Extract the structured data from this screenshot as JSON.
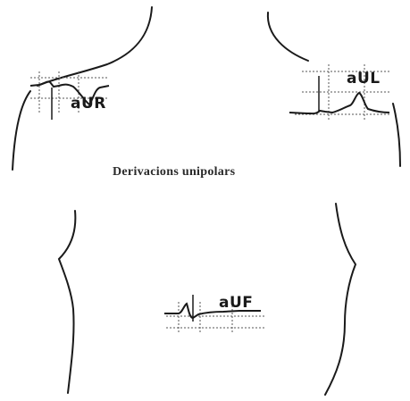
{
  "diagram": {
    "caption": "Derivacions unipolars",
    "leads": [
      {
        "name": "aVR-trace",
        "label": "aUR"
      },
      {
        "name": "aVL-trace",
        "label": "aUL"
      },
      {
        "name": "aVF-trace",
        "label": "aUF"
      }
    ],
    "colors": {
      "ink": "#1a1a1a",
      "grid": "#555555",
      "background": "#ffffff"
    }
  }
}
